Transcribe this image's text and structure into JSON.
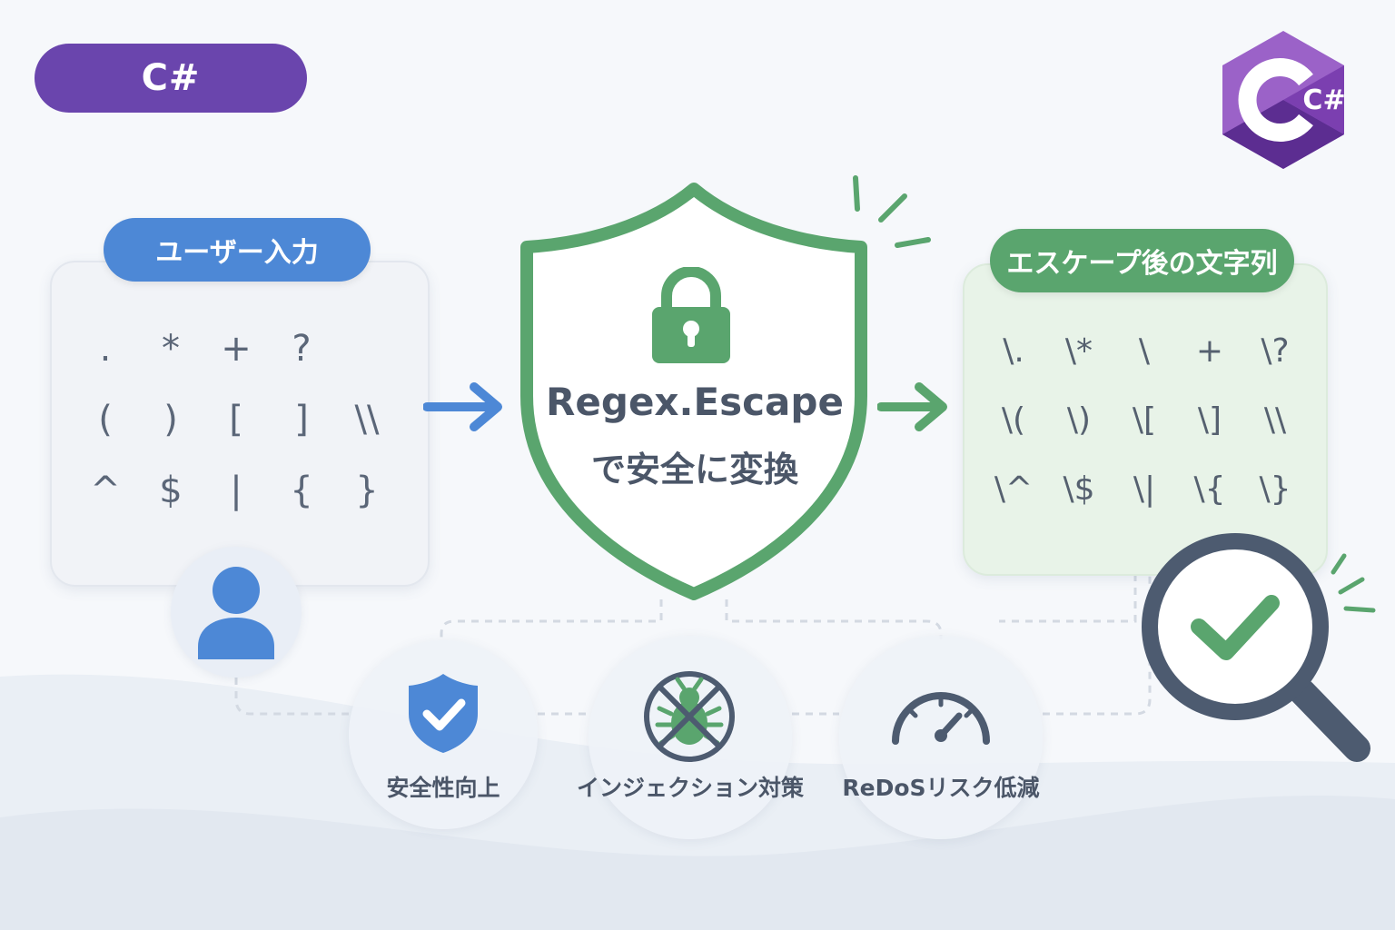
{
  "header": {
    "tag_label": "C#",
    "logo_icon": "csharp-logo-icon",
    "logo_text": "C#"
  },
  "input_panel": {
    "title": "ユーザー入力",
    "chars": [
      ".",
      "*",
      "+",
      "?",
      "",
      "(",
      ")",
      "[",
      "]",
      "\\\\",
      "^",
      "$",
      "|",
      "{",
      "}"
    ]
  },
  "center": {
    "title": "Regex.Escape",
    "subtitle": "で安全に変換",
    "icon": "lock-icon"
  },
  "output_panel": {
    "title": "エスケープ後の文字列",
    "chars": [
      "\\.",
      "\\*",
      "\\",
      "+",
      "\\?",
      "\\(",
      "\\)",
      "\\[",
      "\\]",
      "\\\\",
      "\\^",
      "\\$",
      "\\|",
      "\\{",
      "\\}"
    ]
  },
  "features": [
    {
      "label": "安全性向上",
      "icon": "shield-check-icon"
    },
    {
      "label": "インジェクション対策",
      "icon": "no-bug-icon"
    },
    {
      "label": "ReDoSリスク低減",
      "icon": "speedometer-icon"
    }
  ],
  "colors": {
    "purple": "#6a45ad",
    "blue": "#4d88d6",
    "green": "#5aa56e",
    "slate": "#4d5b70"
  }
}
